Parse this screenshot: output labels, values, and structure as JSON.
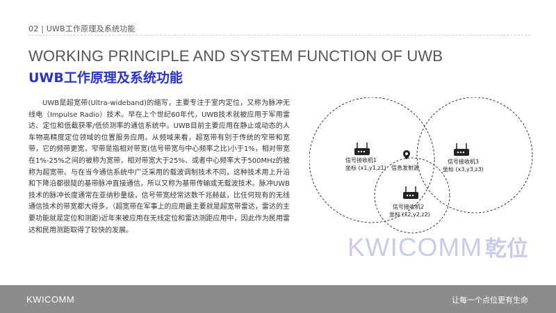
{
  "header": {
    "breadcrumb": "02 | UWB工作原理及系统功能"
  },
  "title": {
    "en": "WORKING PRINCIPLE AND SYSTEM FUNCTION OF UWB",
    "cn": "UWB工作原理及系统功能"
  },
  "body": {
    "paragraph": "UWB是超宽带(Ultra-wideband)的缩写，主要专注于室内定位，又称为脉冲无线电（Impulse Radio）技术。早在上个世纪60年代，UWB技术就被应用于军用雷达、定位和低截获率/低侦测率的通信系统中。UWB目前主要应用在静止或动态的人车物高精度定位领域的位置服务应用。从频域来看，超宽带有别于传统的窄带和宽带，它的频带更宽，窄带是指相对带宽(信号带宽与中心频率之比)小于1%，相对带宽在1%-25%之间的被称为宽带，相对带宽大于25%、或者中心频率大于500MHz的被称为超宽带。与在当今通信系统中广泛采用的载波调制技术不同，这种技术用上升沿和下降沿都很陡的基带脉冲直接通信，所以又称为基带传输或无载波技术。脉冲UWB技术的脉冲长度通常在亚纳秒量级，信号带宽经常达数千兆赫兹，比任何现有的无线通信技术的带宽都大得多，（超宽带在军事上的应用最主要就是超宽带雷达，雷达的主要功能就是定位和测距)近年来被应用在无线定位和雷达测距应用中，因此作为民用雷达和民用测距取得了较快的发展。"
  },
  "diagram": {
    "receiver1": {
      "name": "信号接收机1",
      "coord": "坐标 (x1,y1,z1)"
    },
    "receiver2": {
      "name": "信号接收机2",
      "coord": "坐标 (x2,y2,z2)"
    },
    "receiver3": {
      "name": "信号接收机3",
      "coord": "坐标 (x3,y3,z3)"
    },
    "emitter": "信息发射源",
    "colors": {
      "circle": "#333333",
      "icon": "#222222"
    }
  },
  "watermark": {
    "brand": "KWICOMM",
    "cn": "乾位",
    "color": "#c7ccec"
  },
  "footer": {
    "logo": "KWICOMM",
    "slogan": "让每一个点位更有生命",
    "background": "#8c8c8c"
  }
}
